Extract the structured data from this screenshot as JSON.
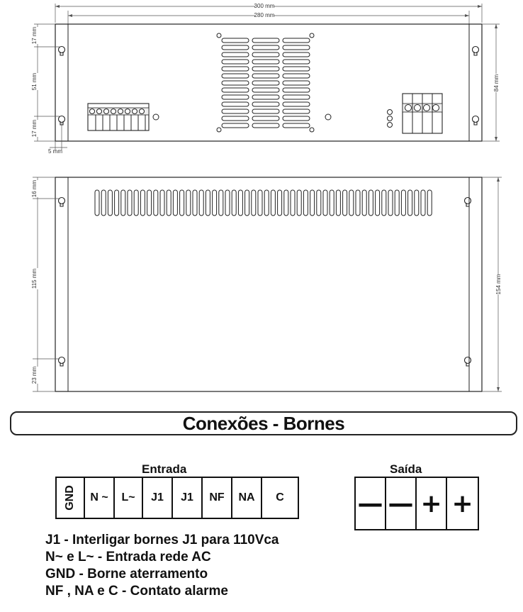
{
  "dimensions": {
    "top_view": {
      "width_outer": "300 mm",
      "width_inner": "280 mm",
      "height_total": "84 mm",
      "hole_offset_top": "17 mm",
      "hole_spacing": "51 mm",
      "hole_offset_bottom": "17 mm",
      "hole_edge_offset": "5 mm"
    },
    "front_view": {
      "height_total": "154 mm",
      "hole_offset_top": "16 mm",
      "hole_spacing": "115 mm",
      "hole_offset_bottom": "23 mm"
    }
  },
  "section": {
    "title": "Conexões - Bornes"
  },
  "entrada": {
    "title": "Entrada",
    "terminals": [
      "GND",
      "N ~",
      "L~",
      "J1",
      "J1",
      "NF",
      "NA",
      "C"
    ]
  },
  "saida": {
    "title": "Saída",
    "terminals": [
      "—",
      "—",
      "+",
      "+"
    ]
  },
  "legend": [
    "J1 - Interligar bornes J1 para 110Vca",
    "N~ e L~ - Entrada rede AC",
    "GND - Borne aterramento",
    "NF , NA e C - Contato alarme"
  ]
}
